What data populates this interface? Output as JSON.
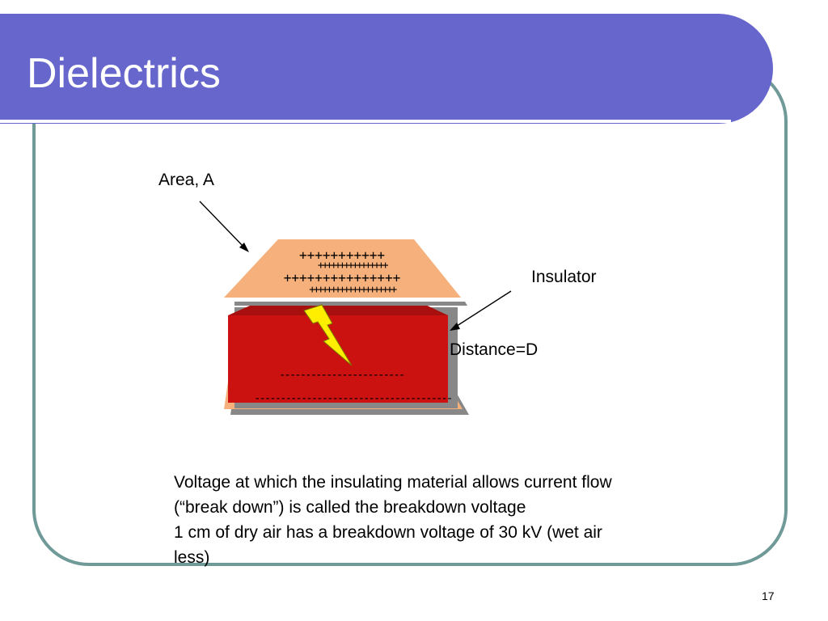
{
  "slide": {
    "title": "Dielectrics",
    "page_number": "17"
  },
  "diagram": {
    "area_label": "Area, A",
    "insulator_label": "Insulator",
    "distance_label": "Distance=D",
    "plus_rows": [
      "+++++++++++",
      "++++++++++++++++",
      "+++++++++++++++",
      "++++++++++++++++++++"
    ],
    "minus_rows": [
      "------------------------",
      "--------------------------------------"
    ],
    "colors": {
      "plate": "#f5b07c",
      "insulator": "#cc1111",
      "insulator_top": "#a80f0f",
      "lightning": "#ffee00",
      "shadow": "#888888"
    }
  },
  "body": {
    "lines": [
      "Voltage at which the insulating material allows current flow",
      "(“break down”) is called the breakdown voltage",
      "1 cm of dry air has a breakdown voltage of 30 kV (wet air",
      "less)"
    ]
  },
  "theme": {
    "title_bar": "#6666cc",
    "frame_border": "#6f9a98"
  }
}
